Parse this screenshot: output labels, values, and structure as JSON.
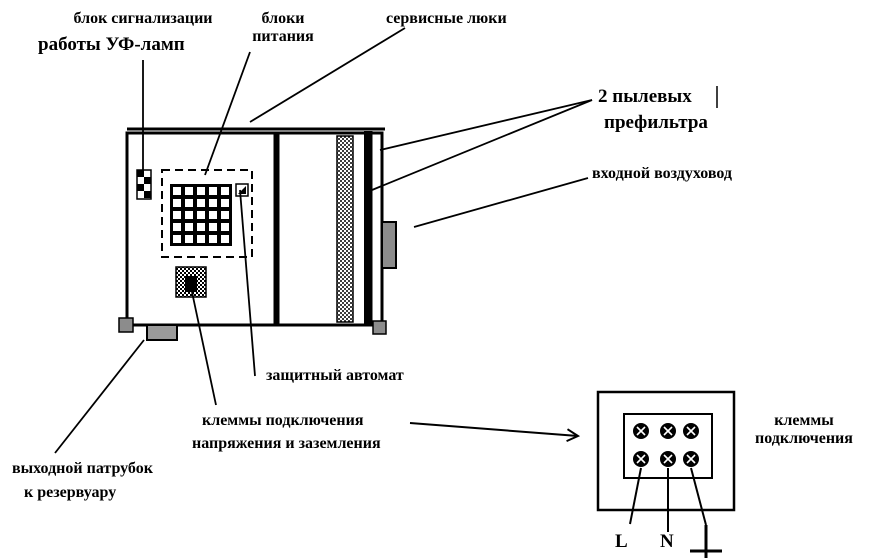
{
  "labels": {
    "uv_signal_line1": "блок сигнализации",
    "uv_signal_line2": "работы УФ-ламп",
    "power_line1": "блоки",
    "power_line2": "питания",
    "service_hatches": "сервисные люки",
    "prefilter_line1": "2 пылевых",
    "prefilter_line2": "префильтра",
    "inlet_duct": "входной воздуховод",
    "breaker": "защитный автомат",
    "terminals_line1": "клеммы подключения",
    "terminals_line2": "напряжения и заземления",
    "outlet_line1": "выходной патрубок",
    "outlet_line2": "к резервуару",
    "conn_line1": "клеммы",
    "conn_line2": "подключения",
    "term_L": "L",
    "term_N": "N"
  }
}
